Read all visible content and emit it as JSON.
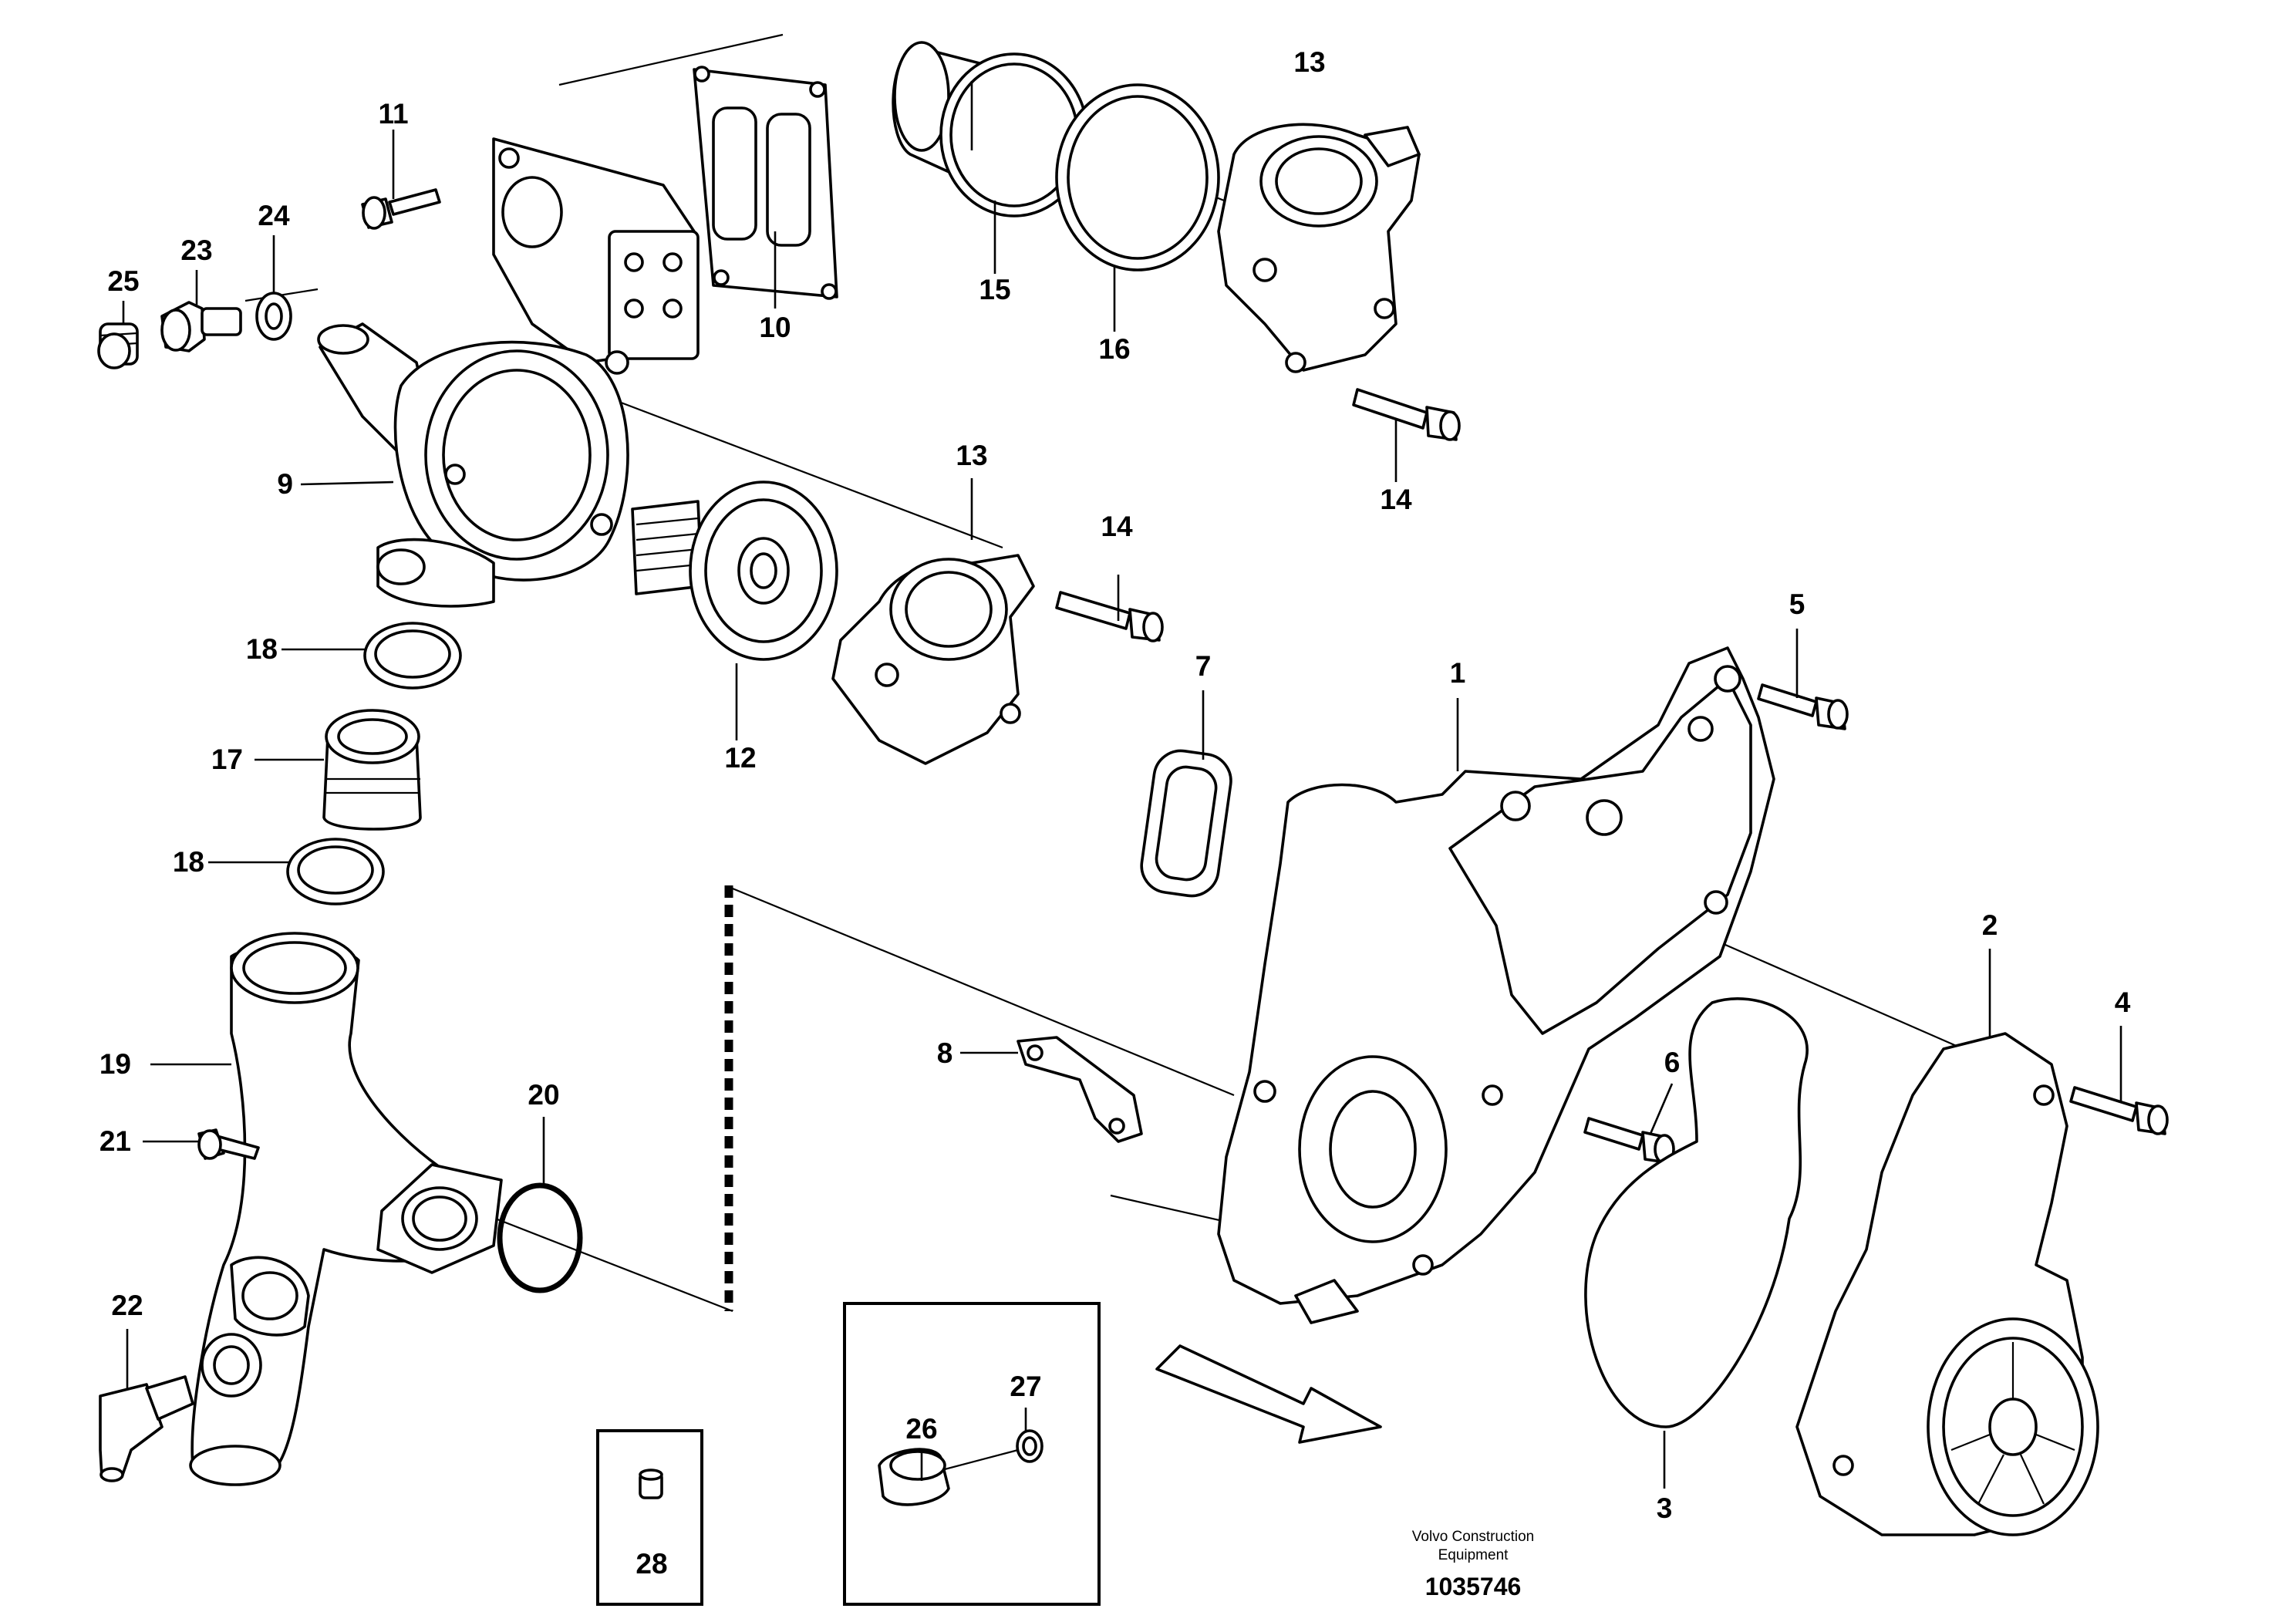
{
  "callouts": [
    {
      "id": "1",
      "text": "1"
    },
    {
      "id": "2",
      "text": "2"
    },
    {
      "id": "3",
      "text": "3"
    },
    {
      "id": "4",
      "text": "4"
    },
    {
      "id": "5",
      "text": "5"
    },
    {
      "id": "6",
      "text": "6"
    },
    {
      "id": "7",
      "text": "7"
    },
    {
      "id": "8",
      "text": "8"
    },
    {
      "id": "9",
      "text": "9"
    },
    {
      "id": "10",
      "text": "10"
    },
    {
      "id": "11",
      "text": "11"
    },
    {
      "id": "12",
      "text": "12"
    },
    {
      "id": "13a",
      "text": "13"
    },
    {
      "id": "13b",
      "text": "13"
    },
    {
      "id": "14a",
      "text": "14"
    },
    {
      "id": "14b",
      "text": "14"
    },
    {
      "id": "15",
      "text": "15"
    },
    {
      "id": "16",
      "text": "16"
    },
    {
      "id": "17",
      "text": "17"
    },
    {
      "id": "18a",
      "text": "18"
    },
    {
      "id": "18b",
      "text": "18"
    },
    {
      "id": "19",
      "text": "19"
    },
    {
      "id": "20",
      "text": "20"
    },
    {
      "id": "21",
      "text": "21"
    },
    {
      "id": "22",
      "text": "22"
    },
    {
      "id": "23",
      "text": "23"
    },
    {
      "id": "24",
      "text": "24"
    },
    {
      "id": "25",
      "text": "25"
    },
    {
      "id": "26",
      "text": "26"
    },
    {
      "id": "27",
      "text": "27"
    },
    {
      "id": "28",
      "text": "28"
    }
  ],
  "credit": {
    "line1": "Volvo Construction",
    "line2": "Equipment",
    "number": "1035746"
  }
}
